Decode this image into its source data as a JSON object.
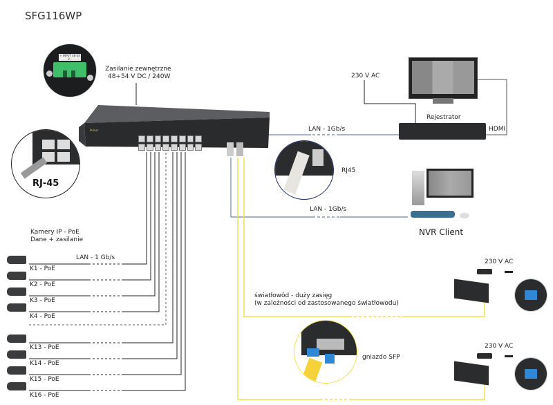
{
  "title": "SFG116WP",
  "power": {
    "label_line1": "Zasilanie zewnętrzne",
    "label_line2": "48÷54 V DC / 240W",
    "terminal_plus": "+",
    "terminal_minus": "-",
    "terminal_text": "INPUT 48-54 V"
  },
  "rj45_callout": {
    "label": "RJ-45"
  },
  "recorder": {
    "power_label": "230 V AC",
    "name": "Rejestrator",
    "hdmi_label": "HDMI",
    "lan_label": "LAN - 1Gb/s"
  },
  "rj45_uplink": {
    "label": "RJ45"
  },
  "nvr_client": {
    "name": "NVR Client",
    "lan_label": "LAN - 1Gb/s"
  },
  "cameras": {
    "header_line1": "Kamery IP - PoE",
    "header_line2": "Dane + zasilanie",
    "lan_label": "LAN - 1 Gb/s",
    "items": [
      {
        "label": "K1 - PoE"
      },
      {
        "label": "K2 - PoE"
      },
      {
        "label": "K3 - PoE"
      },
      {
        "label": "K4 - PoE"
      },
      {
        "label": "K13 - PoE"
      },
      {
        "label": "K14 - PoE"
      },
      {
        "label": "K15 - PoE"
      },
      {
        "label": "K16 - PoE"
      }
    ]
  },
  "fiber": {
    "label_line1": "światłowód - duży zasięg",
    "label_line2": "(w zależności od zastosowanego światłowodu)",
    "sfp_label": "gniazdo SFP"
  },
  "remote_switches": [
    {
      "power_label": "230 V AC"
    },
    {
      "power_label": "230 V AC"
    }
  ],
  "colors": {
    "lan_line": "#6f82a8",
    "fiber_line": "#f3e24a",
    "camera_line": "#222222",
    "device_body": "#2b2c2e"
  }
}
